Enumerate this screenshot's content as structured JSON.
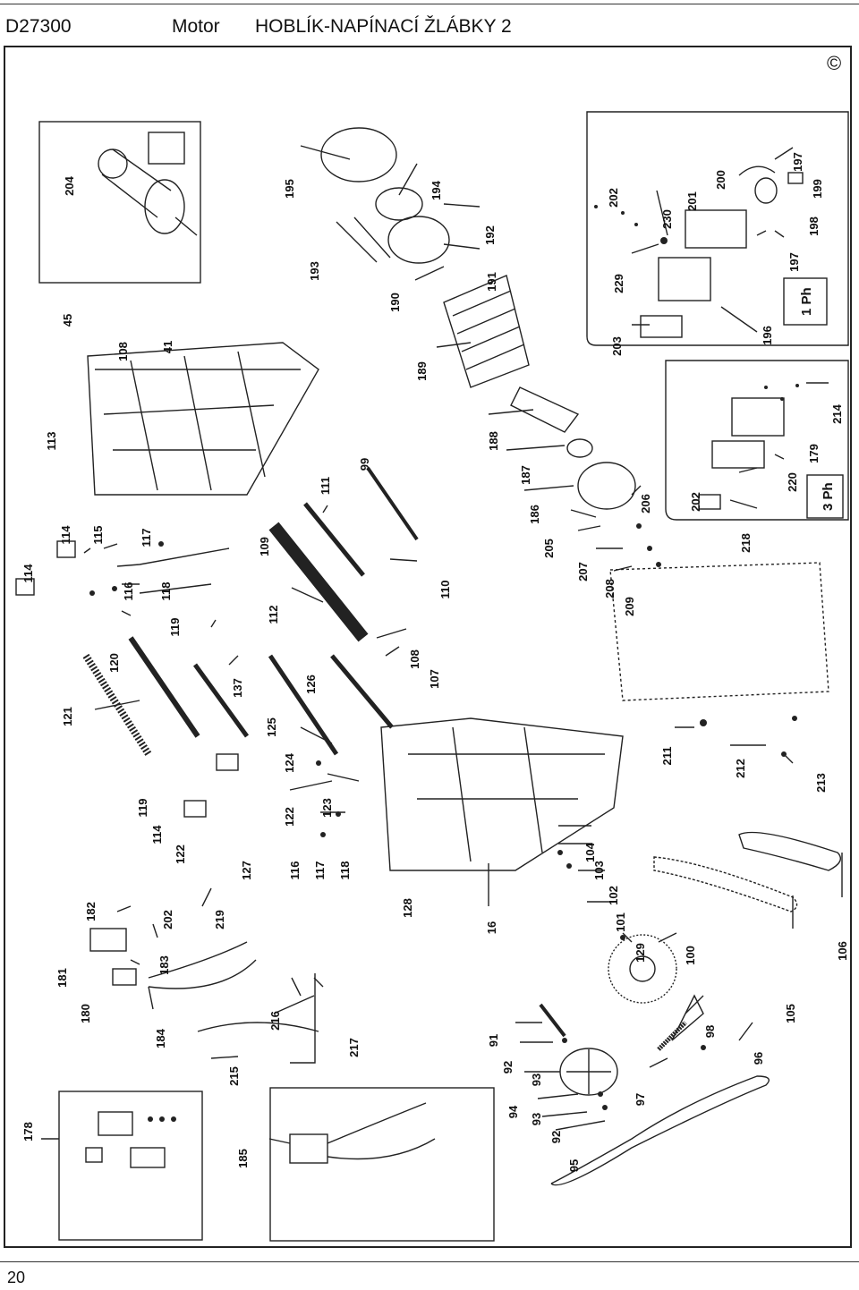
{
  "header": {
    "code": "D27300",
    "section": "Motor",
    "title": "HOBLÍK-NAPÍNACÍ ŽLÁBKY 2"
  },
  "copyright_symbol": "©",
  "page_number": "20",
  "diagram": {
    "box_labels": {
      "single_phase": "1 Ph",
      "three_phase": "3 Ph"
    },
    "part_numbers": [
      "204",
      "45",
      "108",
      "41",
      "113",
      "114",
      "115",
      "117",
      "116",
      "118",
      "114",
      "119",
      "120",
      "121",
      "137",
      "125",
      "124",
      "122",
      "123",
      "119",
      "114",
      "122",
      "127",
      "116",
      "117",
      "118",
      "128",
      "195",
      "193",
      "194",
      "192",
      "190",
      "191",
      "189",
      "188",
      "187",
      "186",
      "205",
      "206",
      "207",
      "208",
      "209",
      "109",
      "111",
      "99",
      "112",
      "110",
      "108",
      "107",
      "126",
      "202",
      "230",
      "200",
      "197",
      "201",
      "198",
      "199",
      "229",
      "203",
      "196",
      "197",
      "202",
      "220",
      "179",
      "214",
      "218",
      "211",
      "212",
      "213",
      "16",
      "104",
      "103",
      "102",
      "101",
      "129",
      "100",
      "105",
      "106",
      "91",
      "92",
      "93",
      "94",
      "93",
      "92",
      "95",
      "97",
      "98",
      "96",
      "182",
      "181",
      "183",
      "202",
      "219",
      "180",
      "184",
      "216",
      "217",
      "215",
      "178",
      "185"
    ]
  }
}
